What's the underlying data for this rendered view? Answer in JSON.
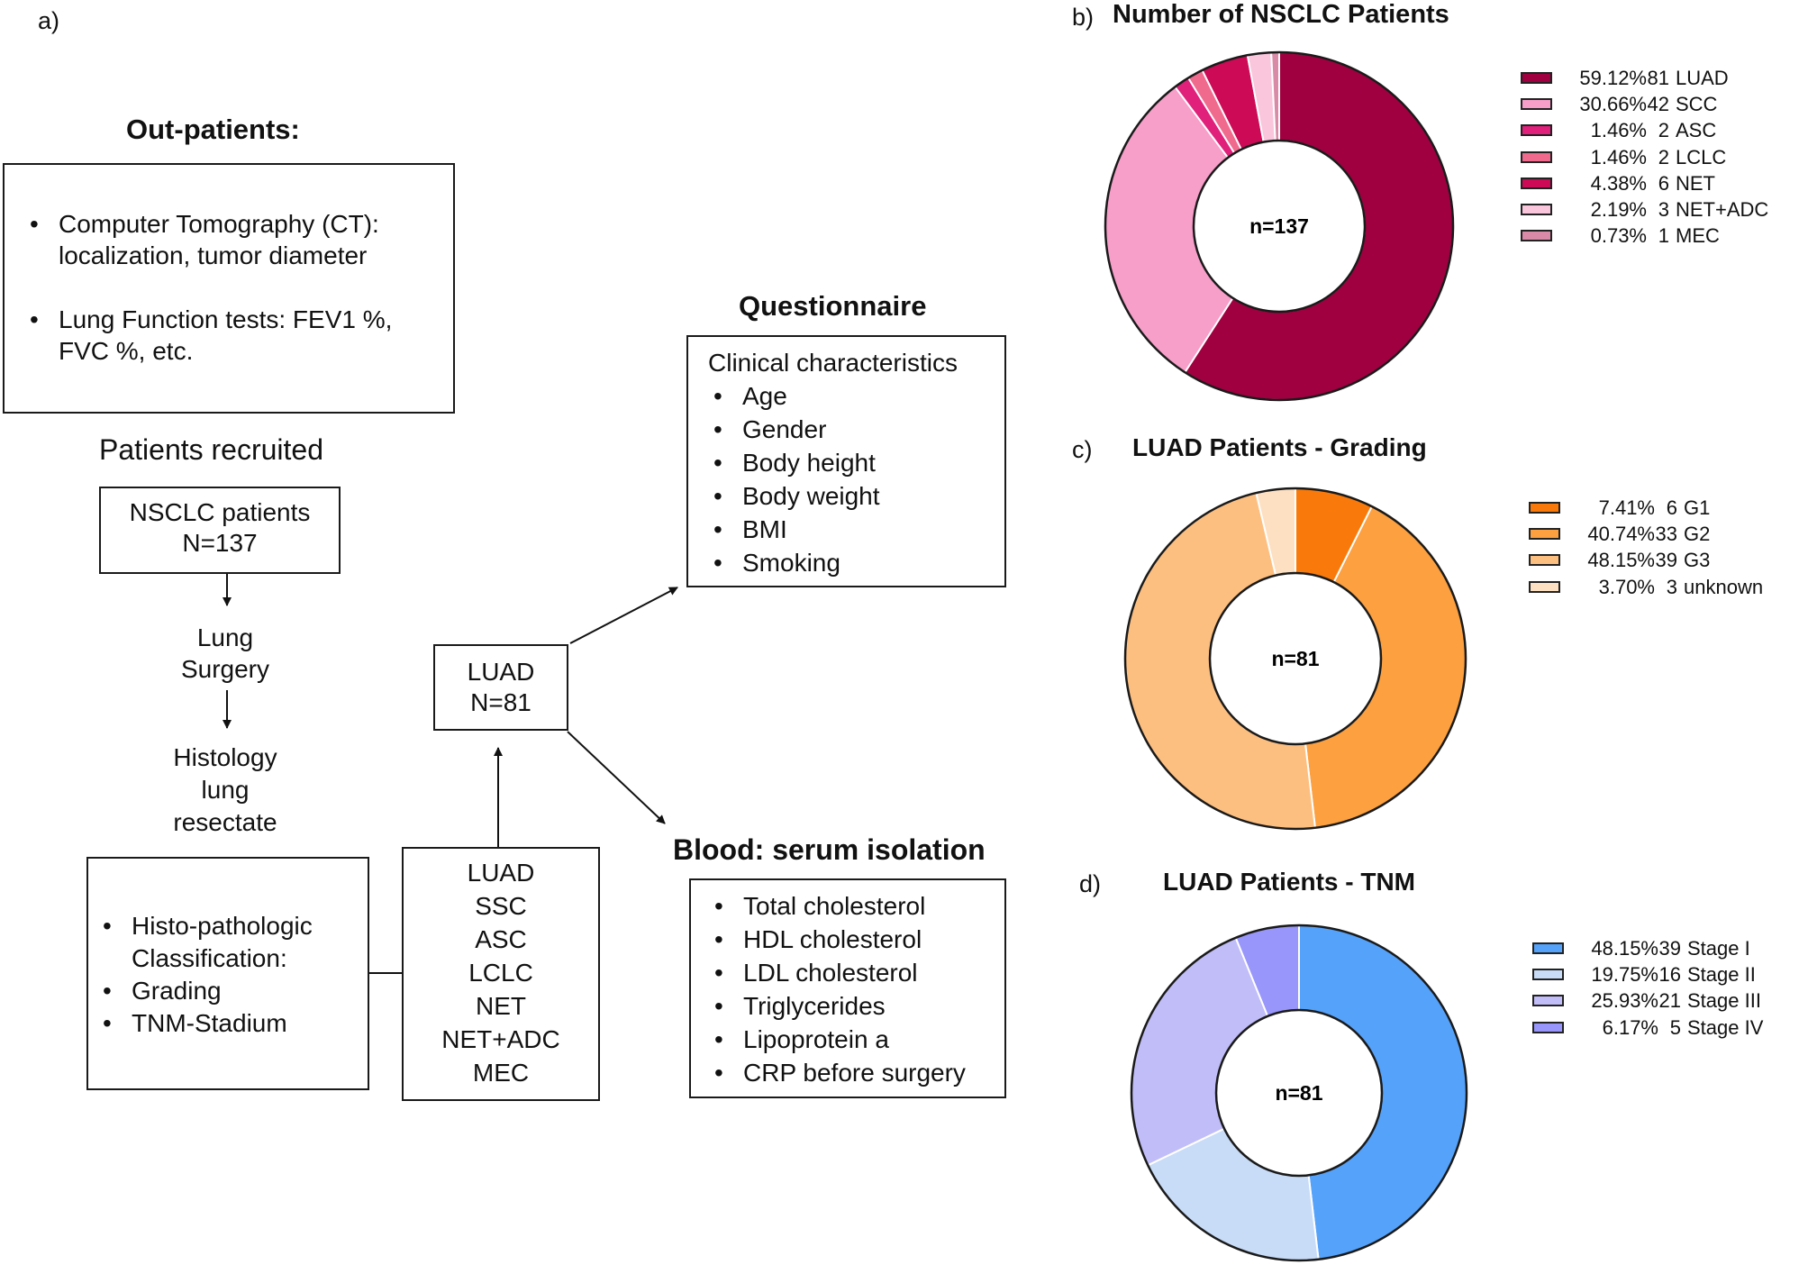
{
  "panel_a": {
    "label": "a)",
    "outpatients": {
      "title": "Out-patients:",
      "items": [
        "Computer Tomography (CT): localization, tumor diameter",
        "Lung Function tests: FEV1 %, FVC %, etc."
      ]
    },
    "patients_recruited": "Patients recruited",
    "nsclc_box": {
      "line1": "NSCLC patients",
      "line2": "N=137"
    },
    "lung_surgery": {
      "line1": "Lung",
      "line2": "Surgery"
    },
    "histology": {
      "line1": "Histology",
      "line2": "lung",
      "line3": "resectate"
    },
    "histo_box": {
      "items": [
        "Histo-pathologic Classification:",
        "Grading",
        "TNM-Stadium"
      ]
    },
    "types_box": {
      "items": [
        "LUAD",
        "SSC",
        "ASC",
        "LCLC",
        "NET",
        "NET+ADC",
        "MEC"
      ]
    },
    "luad_box": {
      "line1": "LUAD",
      "line2": "N=81"
    },
    "questionnaire": {
      "title": "Questionnaire",
      "header": "Clinical characteristics",
      "items": [
        "Age",
        "Gender",
        "Body height",
        "Body weight",
        "BMI",
        "Smoking"
      ]
    },
    "blood": {
      "title": "Blood: serum isolation",
      "items": [
        "Total cholesterol",
        "HDL cholesterol",
        "LDL cholesterol",
        "Triglycerides",
        "Lipoprotein a",
        "CRP before surgery"
      ]
    }
  },
  "chart_data": [
    {
      "type": "pie",
      "label": "b)",
      "title": "Number of NSCLC Patients",
      "center_text": "n=137",
      "slices": [
        {
          "pct": "59.12%",
          "count": "81",
          "name": "LUAD",
          "value": 59.12,
          "color": "#a0003f"
        },
        {
          "pct": "30.66%",
          "count": "42",
          "name": "SCC",
          "value": 30.66,
          "color": "#f79ec9"
        },
        {
          "pct": "1.46%",
          "count": "2",
          "name": "ASC",
          "value": 1.46,
          "color": "#e0207a"
        },
        {
          "pct": "1.46%",
          "count": "2",
          "name": "LCLC",
          "value": 1.46,
          "color": "#f06a8e"
        },
        {
          "pct": "4.38%",
          "count": "6",
          "name": "NET",
          "value": 4.38,
          "color": "#cc0a55"
        },
        {
          "pct": "2.19%",
          "count": "3",
          "name": "NET+ADC",
          "value": 2.19,
          "color": "#f9c6dc"
        },
        {
          "pct": "0.73%",
          "count": "1",
          "name": "MEC",
          "value": 0.73,
          "color": "#d88aa6"
        }
      ]
    },
    {
      "type": "pie",
      "label": "c)",
      "title": "LUAD Patients - Grading",
      "center_text": "n=81",
      "slices": [
        {
          "pct": "7.41%",
          "count": "6",
          "name": "G1",
          "value": 7.41,
          "color": "#f97a0a"
        },
        {
          "pct": "40.74%",
          "count": "33",
          "name": "G2",
          "value": 40.74,
          "color": "#fca040"
        },
        {
          "pct": "48.15%",
          "count": "39",
          "name": "G3",
          "value": 48.15,
          "color": "#fdbf80"
        },
        {
          "pct": "3.70%",
          "count": "3",
          "name": "unknown",
          "value": 3.7,
          "color": "#fde0c2"
        }
      ]
    },
    {
      "type": "pie",
      "label": "d)",
      "title": "LUAD Patients - TNM",
      "center_text": "n=81",
      "slices": [
        {
          "pct": "48.15%",
          "count": "39",
          "name": "Stage I",
          "value": 48.15,
          "color": "#55a2fb"
        },
        {
          "pct": "19.75%",
          "count": "16",
          "name": "Stage II",
          "value": 19.75,
          "color": "#c8dcf8"
        },
        {
          "pct": "25.93%",
          "count": "21",
          "name": "Stage III",
          "value": 25.93,
          "color": "#c0bdf8"
        },
        {
          "pct": "6.17%",
          "count": "5",
          "name": "Stage IV",
          "value": 6.17,
          "color": "#9896fa"
        }
      ]
    }
  ]
}
